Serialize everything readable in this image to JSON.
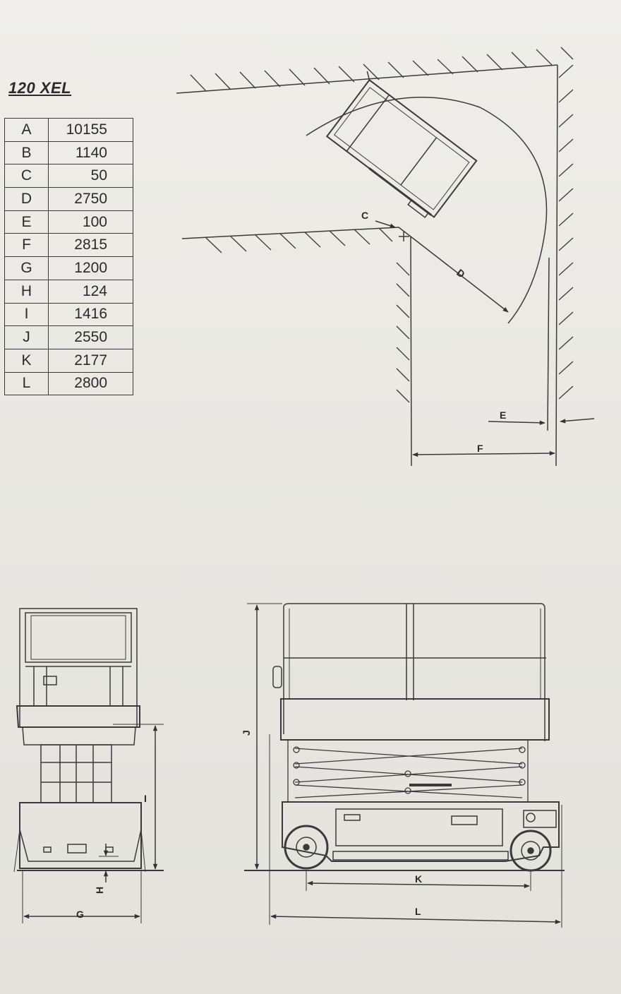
{
  "model_title": "120 XEL",
  "specs": [
    {
      "key": "A",
      "value": "10155"
    },
    {
      "key": "B",
      "value": "1140"
    },
    {
      "key": "C",
      "value": "50"
    },
    {
      "key": "D",
      "value": "2750"
    },
    {
      "key": "E",
      "value": "100"
    },
    {
      "key": "F",
      "value": "2815"
    },
    {
      "key": "G",
      "value": "1200"
    },
    {
      "key": "H",
      "value": "124"
    },
    {
      "key": "I",
      "value": "1416"
    },
    {
      "key": "J",
      "value": "2550"
    },
    {
      "key": "K",
      "value": "2177"
    },
    {
      "key": "L",
      "value": "2800"
    }
  ],
  "turning_diagram": {
    "labels": {
      "c": "C",
      "d": "D",
      "e": "E",
      "f": "F"
    }
  },
  "front_view": {
    "labels": {
      "g": "G",
      "h": "H",
      "i": "I"
    }
  },
  "side_view": {
    "labels": {
      "j": "J",
      "k": "K",
      "l": "L"
    }
  }
}
